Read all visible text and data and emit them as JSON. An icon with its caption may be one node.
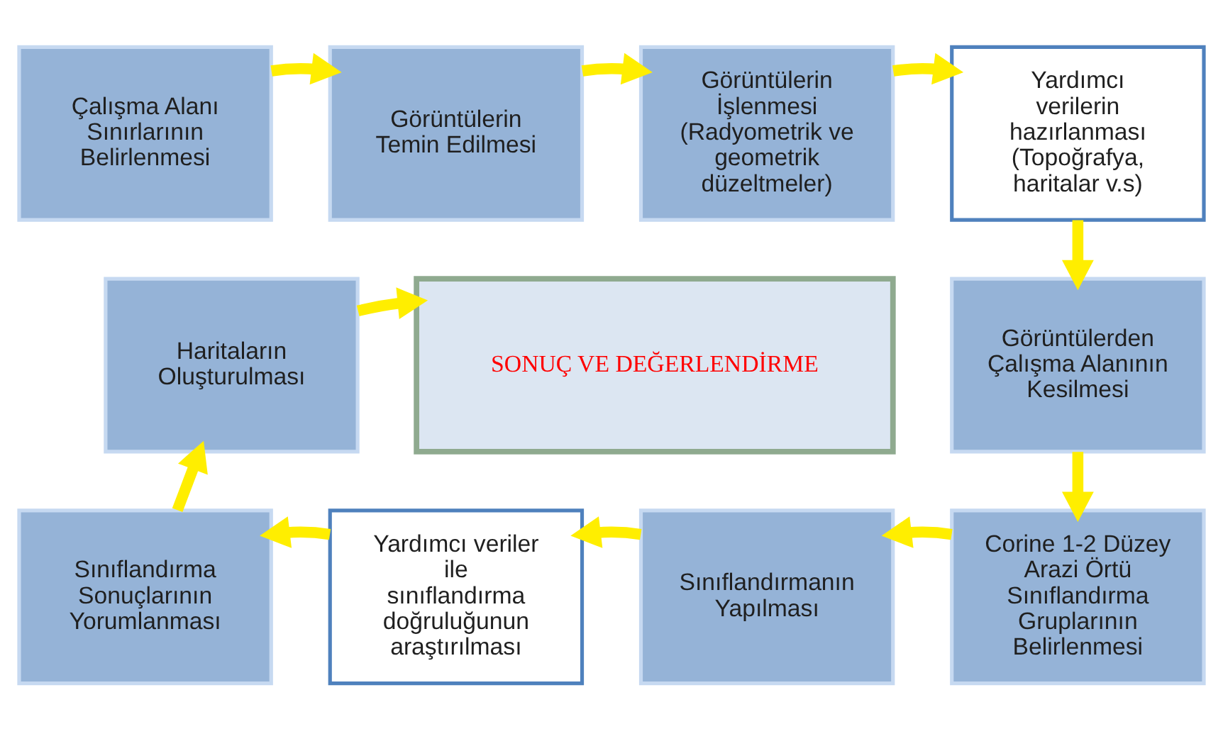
{
  "diagram": {
    "nodes": [
      {
        "text": [
          "Çalışma Alanı Sınırlarının Belirlenmesi"
        ]
      },
      {
        "text": [
          "Görüntülerin Temin Edilmesi"
        ]
      },
      {
        "text": [
          "Görüntülerin İşlenmesi (Radyometrik ve geometrik düzeltmeler)"
        ]
      },
      {
        "text": [
          "Yardımcı verilerin hazırlanması",
          "(Topoğrafya, haritalar v.s)"
        ]
      },
      {
        "text": [
          "Görüntülerden Çalışma Alanının Kesilmesi"
        ]
      },
      {
        "text": [
          "Corine 1-2 Düzey Arazi Örtü Sınıflandırma Gruplarının Belirlenmesi"
        ]
      },
      {
        "text": [
          "Sınıflandırmanın Yapılması"
        ]
      },
      {
        "text": [
          "Yardımcı veriler ile sınıflandırma doğruluğunun araştırılması"
        ]
      },
      {
        "text": [
          "Sınıflandırma Sonuçlarının Yorumlanması"
        ]
      },
      {
        "text": [
          "Haritaların Oluşturulması"
        ]
      },
      {
        "text": [
          "SONUÇ VE DEĞERLENDİRME"
        ]
      }
    ],
    "edges": [
      {
        "from": 0,
        "to": 1,
        "arrow": "to"
      },
      {
        "from": 1,
        "to": 2,
        "arrow": "to"
      },
      {
        "from": 2,
        "to": 3,
        "arrow": "to"
      },
      {
        "from": 3,
        "to": 4,
        "arrow": "to"
      },
      {
        "from": 4,
        "to": 5,
        "arrow": "to"
      },
      {
        "from": 5,
        "to": 6,
        "arrow": "to"
      },
      {
        "from": 6,
        "to": 7,
        "arrow": "to"
      },
      {
        "from": 7,
        "to": 8,
        "arrow": "to"
      },
      {
        "from": 8,
        "to": 9,
        "arrow": "to"
      },
      {
        "from": 9,
        "to": 10,
        "arrow": "to"
      }
    ]
  }
}
